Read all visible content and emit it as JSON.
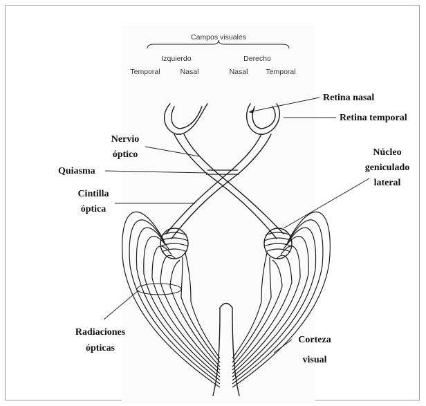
{
  "header": {
    "title": "Campos visuales",
    "left_eye": "Izquierdo",
    "right_eye": "Derecho",
    "fields": [
      "Temporal",
      "Nasal",
      "Nasal",
      "Temporal"
    ]
  },
  "labels": {
    "retina_nasal": "Retina nasal",
    "retina_temporal": "Retina temporal",
    "nervio_1": "Nervio",
    "nervio_2": "óptico",
    "quiasma": "Quiasma",
    "cintilla_1": "Cintilla",
    "cintilla_2": "óptica",
    "nucleo_1": "Núcleo",
    "nucleo_2": "geniculado",
    "nucleo_3": "lateral",
    "radiaciones_1": "Radiaciones",
    "radiaciones_2": "ópticas",
    "corteza_1": "Corteza",
    "corteza_2": "visual"
  },
  "colors": {
    "ink": "#1a1a1a",
    "label": "#111111",
    "frame": "#9a9a9a"
  }
}
